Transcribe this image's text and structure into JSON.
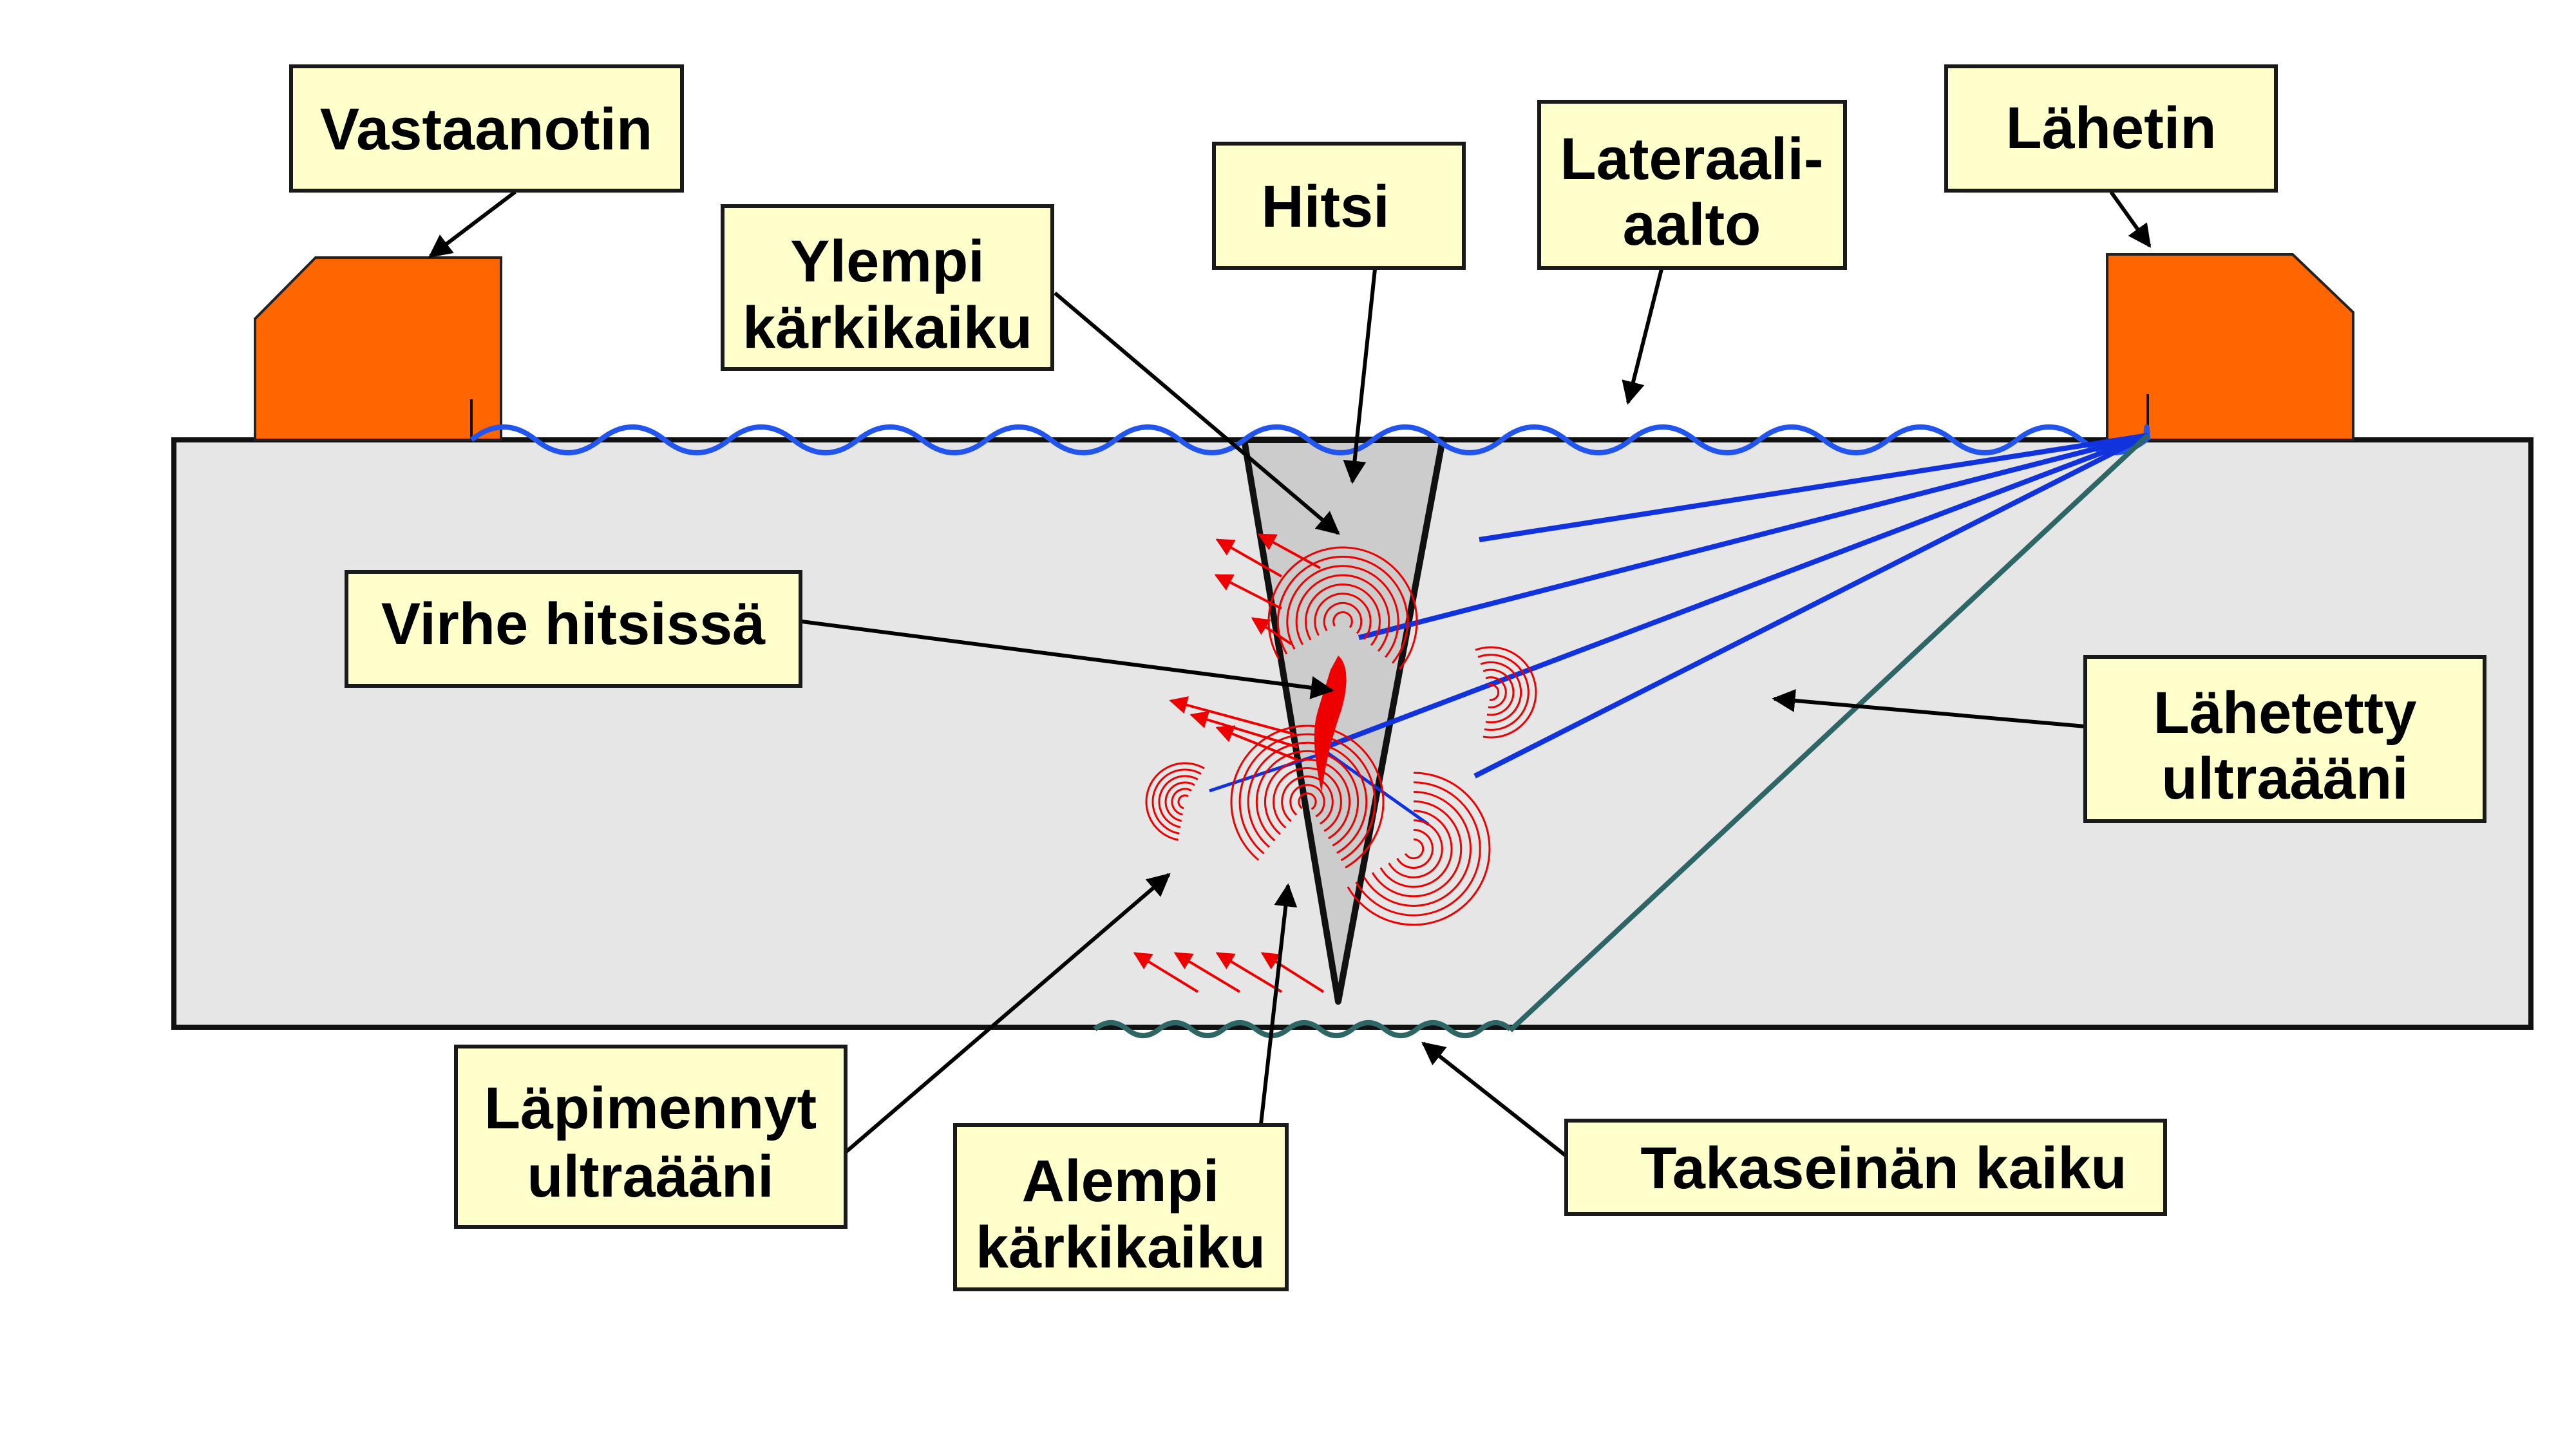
{
  "labels": {
    "receiver": [
      "Vastaanotin"
    ],
    "transmitter": [
      "Lähetin"
    ],
    "weld": [
      "Hitsi"
    ],
    "lateral_wave": [
      "Lateraali-",
      "aalto"
    ],
    "upper_tip_echo": [
      "Ylempi",
      "kärkikaiku"
    ],
    "weld_defect": [
      "Virhe hitsissä"
    ],
    "transmitted_ultrasound": [
      "Lähetetty",
      "ultraääni"
    ],
    "passed_ultrasound": [
      "Läpimennyt",
      "ultraääni"
    ],
    "lower_tip_echo": [
      "Alempi",
      "kärkikaiku"
    ],
    "back_wall_echo": [
      "Takaseinän kaiku"
    ]
  },
  "colors": {
    "plate_fill": "#e6e6e6",
    "weld_fill": "#cccccc",
    "probe_fill": "#ff6600",
    "label_fill": "#ffffcc",
    "transmitted_beam": "#1133dd",
    "lateral_wave": "#2255ee",
    "back_wall_beam": "#2e6666",
    "defect_and_echoes": "#ee0000"
  },
  "icons": {
    "probes": "wedge-probe-icon",
    "echo_rings": "concentric-arc-icon",
    "scatter_arrows": "red-arrow-icon"
  }
}
